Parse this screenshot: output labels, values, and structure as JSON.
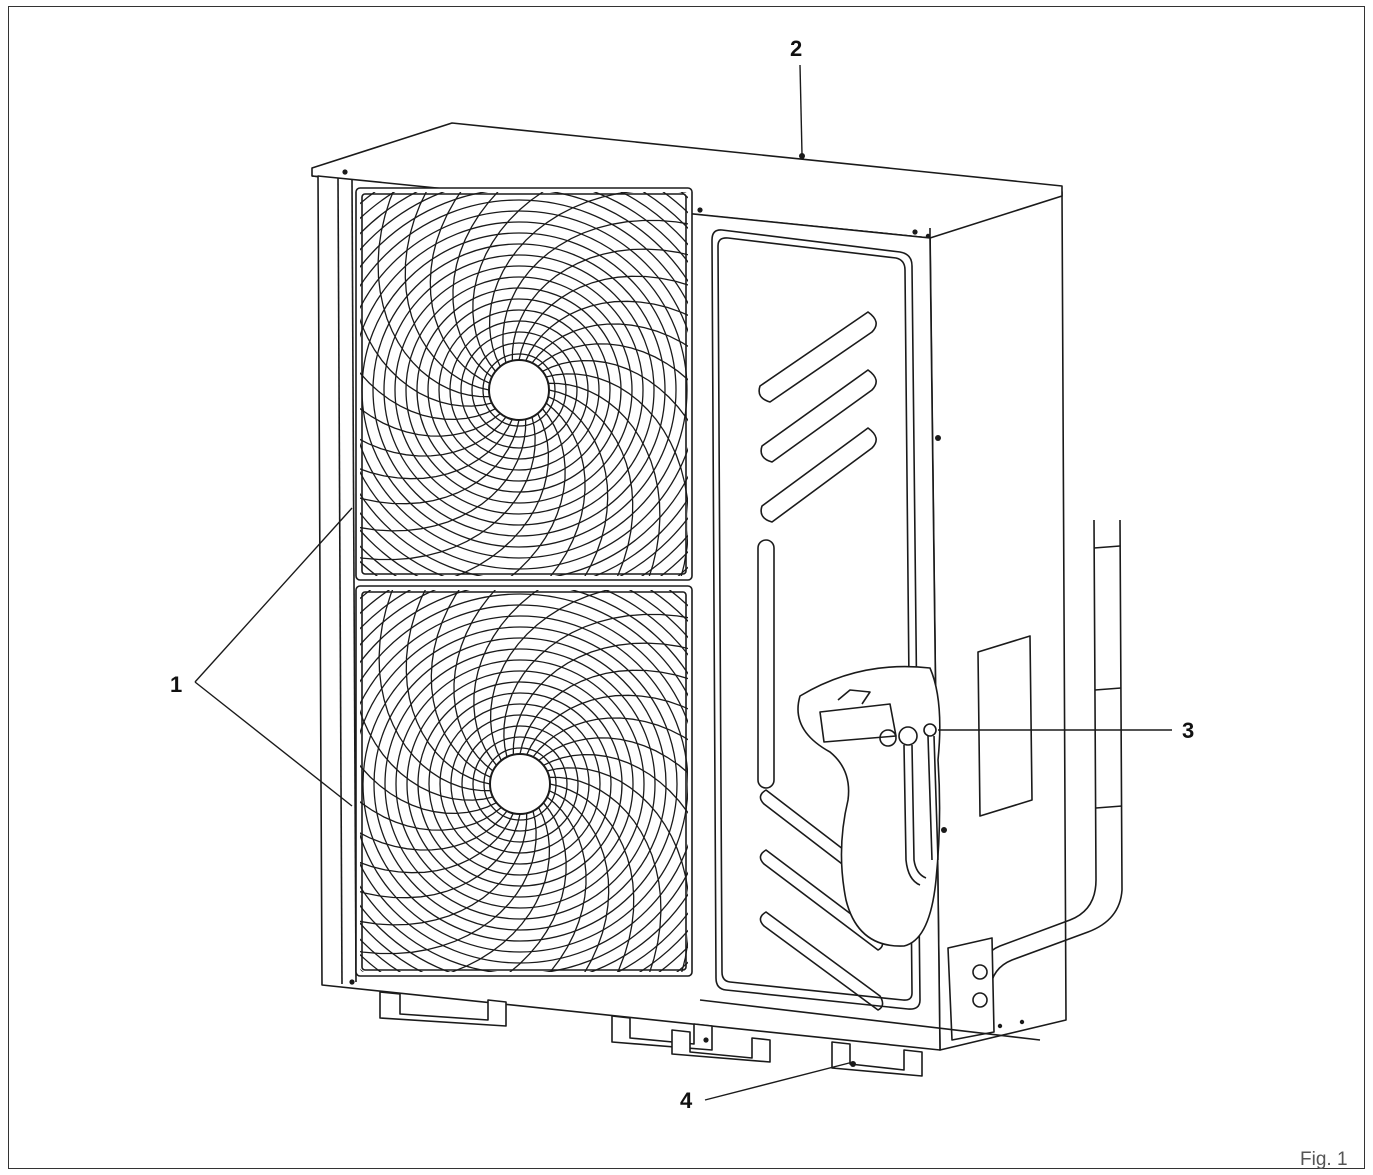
{
  "figure": {
    "label": "Fig. 1",
    "callouts": [
      {
        "id": "1",
        "text": "1"
      },
      {
        "id": "2",
        "text": "2"
      },
      {
        "id": "3",
        "text": "3"
      },
      {
        "id": "4",
        "text": "4"
      }
    ]
  },
  "colors": {
    "line": "#1a1a1a",
    "frame": "#333333",
    "fill": "#ffffff"
  }
}
